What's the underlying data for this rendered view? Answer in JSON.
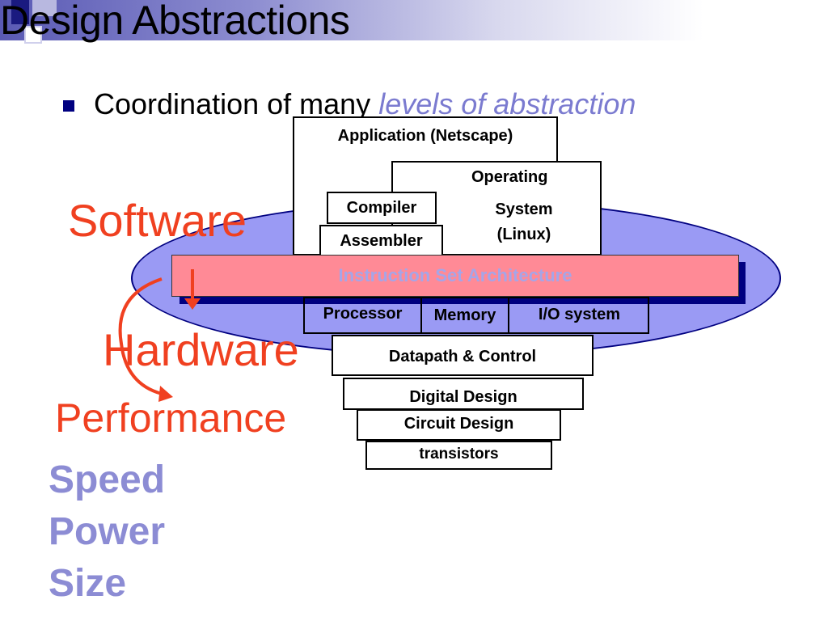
{
  "title": "Design Abstractions",
  "bullet": {
    "text": "Coordination of many ",
    "emphasis": "levels of abstraction"
  },
  "layers": {
    "application": "Application (Netscape)",
    "os_line1": "Operating",
    "os_line2": "System",
    "os_line3": "(Linux)",
    "compiler": "Compiler",
    "assembler": "Assembler",
    "isa": "Instruction Set Architecture",
    "processor": "Processor",
    "memory": "Memory",
    "io": "I/O system",
    "datapath": "Datapath & Control",
    "digital": "Digital Design",
    "circuit": "Circuit Design",
    "transistors": "transistors"
  },
  "labels": {
    "software": "Software",
    "hardware": "Hardware",
    "performance": "Performance"
  },
  "metrics": [
    "Speed",
    "Power",
    "Size"
  ],
  "colors": {
    "accent_red": "#f04020",
    "ellipse_fill": "#9a9af4",
    "isa_fill": "#ff8a96",
    "metric_color": "#8c8cd4"
  }
}
